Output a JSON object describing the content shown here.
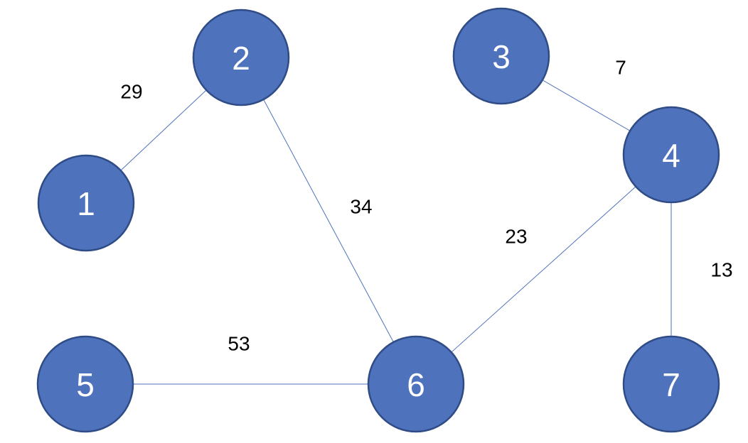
{
  "colors": {
    "node_fill": "#4f72bd",
    "node_stroke": "#2f4c86",
    "node_text": "#ffffff",
    "edge": "#4f72bd",
    "weight_text": "#000000"
  },
  "graph": {
    "nodes": [
      {
        "id": "1",
        "label": "1"
      },
      {
        "id": "2",
        "label": "2"
      },
      {
        "id": "3",
        "label": "3"
      },
      {
        "id": "4",
        "label": "4"
      },
      {
        "id": "5",
        "label": "5"
      },
      {
        "id": "6",
        "label": "6"
      },
      {
        "id": "7",
        "label": "7"
      }
    ],
    "edges": [
      {
        "source": "1",
        "target": "2",
        "weight": "29"
      },
      {
        "source": "2",
        "target": "6",
        "weight": "34"
      },
      {
        "source": "3",
        "target": "4",
        "weight": "7"
      },
      {
        "source": "4",
        "target": "6",
        "weight": "23"
      },
      {
        "source": "4",
        "target": "7",
        "weight": "13"
      },
      {
        "source": "5",
        "target": "6",
        "weight": "53"
      }
    ]
  }
}
